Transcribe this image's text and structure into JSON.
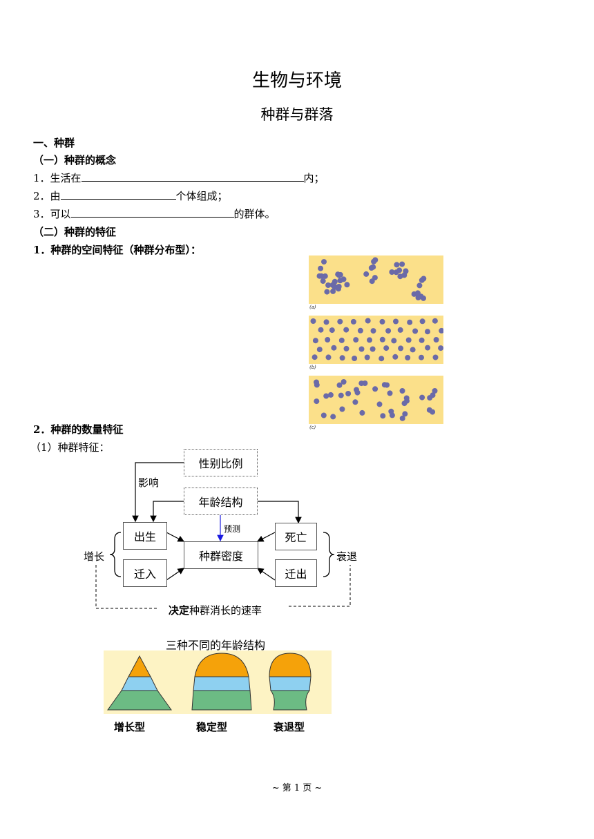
{
  "doc": {
    "title": "生物与环境",
    "subtitle": "种群与群落",
    "h1": "一、种群",
    "h2a": "（一）种群的概念",
    "items": [
      {
        "prefix": "1．生活在",
        "suffix": "内；"
      },
      {
        "prefix": "2．由",
        "suffix": "个体组成；"
      },
      {
        "prefix": "3．可以",
        "suffix": "的群体。"
      }
    ],
    "h2b": "（二）种群的特征",
    "h3a": "1．种群的空间特征（种群分布型）：",
    "h3b": "2．种群的数量特征",
    "h4": "（1）种群特征："
  },
  "distribution": {
    "labels": [
      "(a)",
      "(b)",
      "(c)"
    ],
    "colors": {
      "bg": "#fbe08a",
      "dot": "#6a6aa8"
    }
  },
  "flow": {
    "sex_ratio": "性别比例",
    "age_structure": "年龄结构",
    "birth": "出生",
    "immigration": "迁入",
    "death": "死亡",
    "emigration": "迁出",
    "density": "种群密度",
    "influence": "影响",
    "predict": "预测",
    "growth": "增长",
    "decline": "衰退",
    "decide_bold": "决定",
    "decide_rest": "种群消长的速率"
  },
  "pyramids": {
    "title": "三种不同的年龄结构",
    "labels": [
      "增长型",
      "稳定型",
      "衰退型"
    ],
    "colors": {
      "top": "#f5a20a",
      "mid": "#8ed0f0",
      "bottom": "#6cbb84",
      "bg": "#fdf3c4"
    }
  },
  "footer": "~ 第  1 页 ~"
}
